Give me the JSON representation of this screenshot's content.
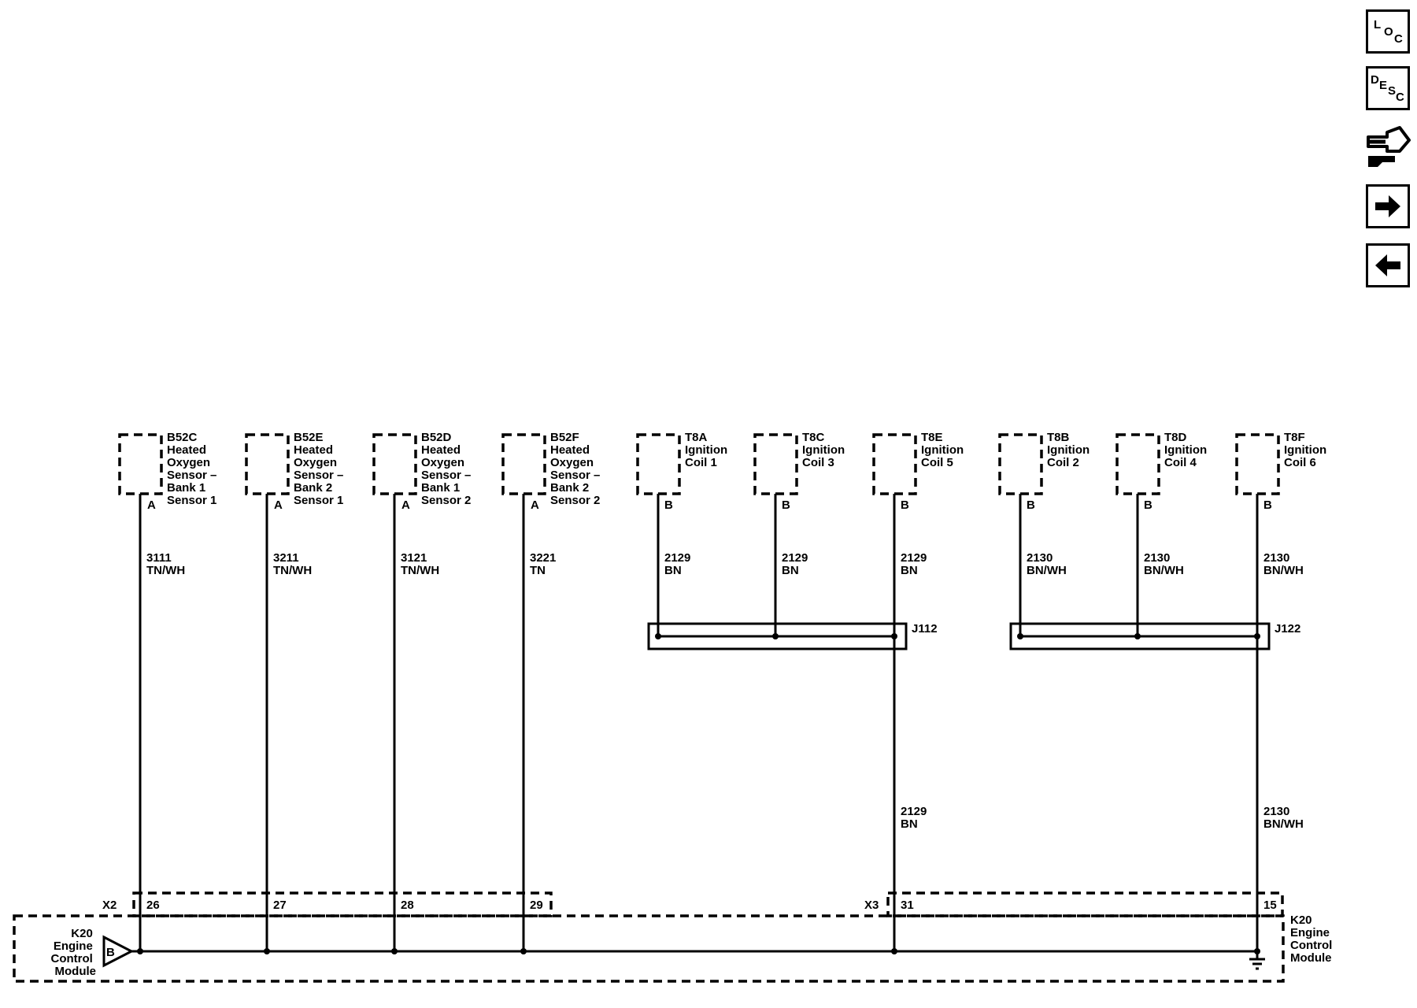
{
  "toolbar": {
    "loc": {
      "letters": [
        "L",
        "O",
        "C"
      ]
    },
    "desc": {
      "letters": [
        "D",
        "E",
        "S",
        "C"
      ]
    },
    "tool_icon": "connector-tool-icon",
    "next_icon": "arrow-right-icon",
    "prev_icon": "arrow-left-icon"
  },
  "components": [
    {
      "id": "B52C",
      "lines": [
        "B52C",
        "Heated",
        "Oxygen",
        "Sensor –",
        "Bank 1",
        "Sensor 1"
      ],
      "pin": "A",
      "circuit": "3111",
      "color": "TN/WH",
      "ecm_pin": "26"
    },
    {
      "id": "B52E",
      "lines": [
        "B52E",
        "Heated",
        "Oxygen",
        "Sensor –",
        "Bank 2",
        "Sensor 1"
      ],
      "pin": "A",
      "circuit": "3211",
      "color": "TN/WH",
      "ecm_pin": "27"
    },
    {
      "id": "B52D",
      "lines": [
        "B52D",
        "Heated",
        "Oxygen",
        "Sensor –",
        "Bank 1",
        "Sensor 2"
      ],
      "pin": "A",
      "circuit": "3121",
      "color": "TN/WH",
      "ecm_pin": "28"
    },
    {
      "id": "B52F",
      "lines": [
        "B52F",
        "Heated",
        "Oxygen",
        "Sensor –",
        "Bank 2",
        "Sensor 2"
      ],
      "pin": "A",
      "circuit": "3221",
      "color": "TN",
      "ecm_pin": "29"
    },
    {
      "id": "T8A",
      "lines": [
        "T8A",
        "Ignition",
        "Coil 1"
      ],
      "pin": "B",
      "circuit": "2129",
      "color": "BN"
    },
    {
      "id": "T8C",
      "lines": [
        "T8C",
        "Ignition",
        "Coil 3"
      ],
      "pin": "B",
      "circuit": "2129",
      "color": "BN"
    },
    {
      "id": "T8E",
      "lines": [
        "T8E",
        "Ignition",
        "Coil 5"
      ],
      "pin": "B",
      "circuit": "2129",
      "color": "BN"
    },
    {
      "id": "T8B",
      "lines": [
        "T8B",
        "Ignition",
        "Coil 2"
      ],
      "pin": "B",
      "circuit": "2130",
      "color": "BN/WH"
    },
    {
      "id": "T8D",
      "lines": [
        "T8D",
        "Ignition",
        "Coil 4"
      ],
      "pin": "B",
      "circuit": "2130",
      "color": "BN/WH"
    },
    {
      "id": "T8F",
      "lines": [
        "T8F",
        "Ignition",
        "Coil 6"
      ],
      "pin": "B",
      "circuit": "2130",
      "color": "BN/WH"
    }
  ],
  "splices": [
    {
      "label": "J112",
      "circuit": "2129",
      "color": "BN",
      "ecm_pin": "31"
    },
    {
      "label": "J122",
      "circuit": "2130",
      "color": "BN/WH",
      "ecm_pin": "15"
    }
  ],
  "connectors": {
    "x2": "X2",
    "x3": "X3"
  },
  "ecm": {
    "lines": [
      "K20",
      "Engine",
      "Control",
      "Module"
    ],
    "symbol": "B"
  }
}
